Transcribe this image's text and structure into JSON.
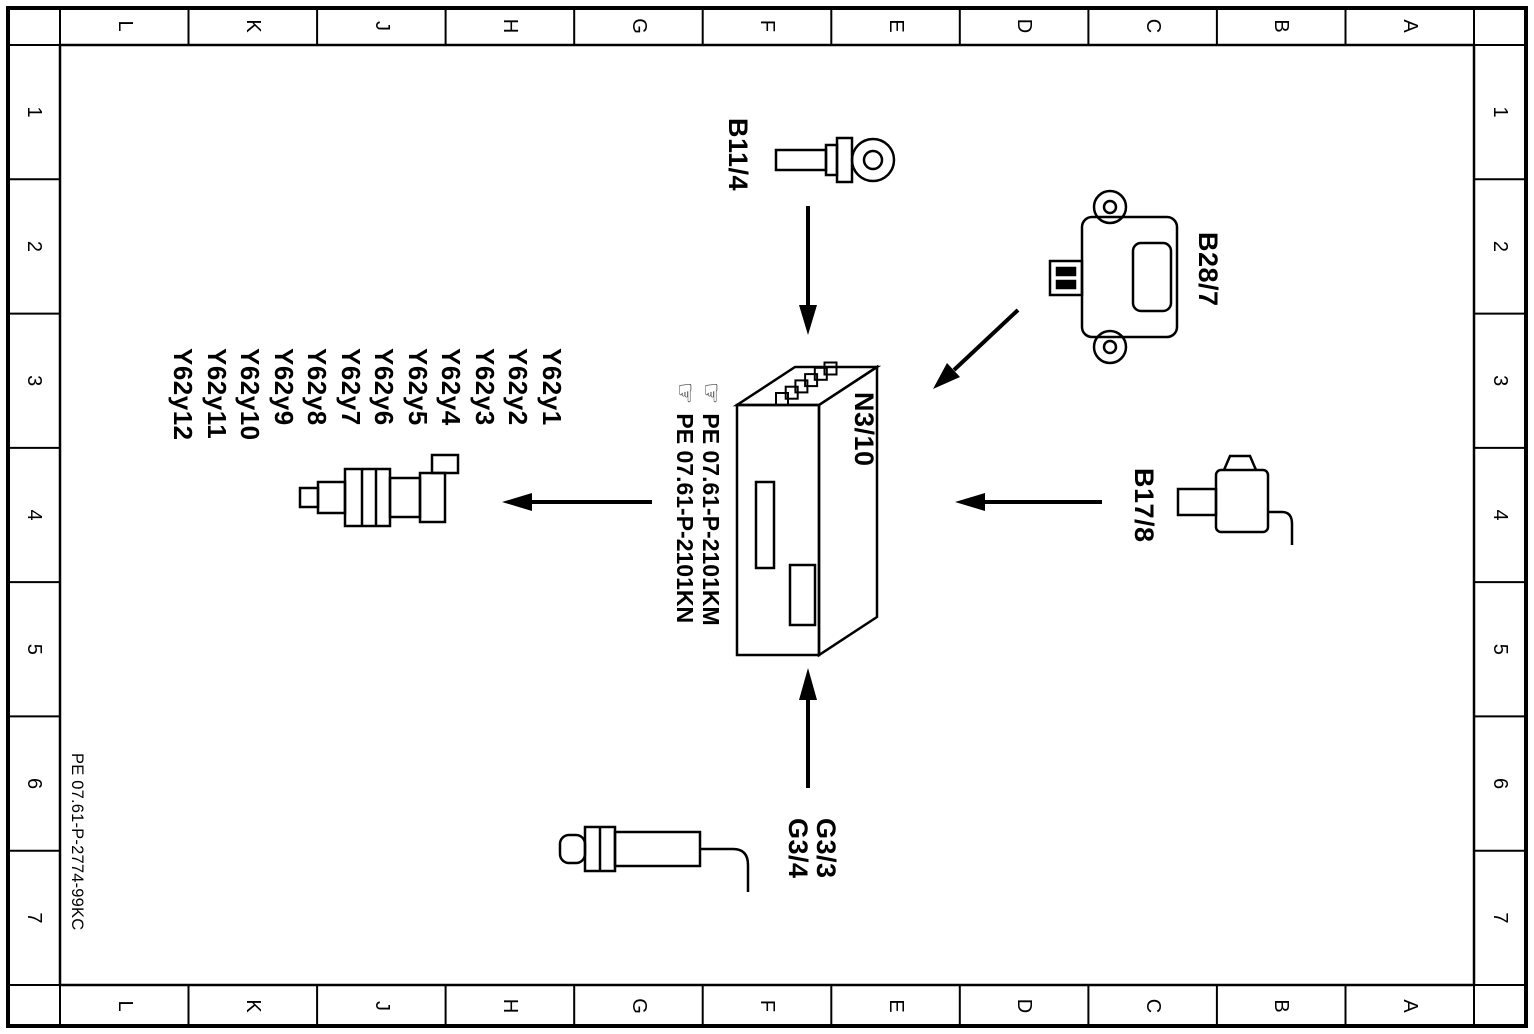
{
  "grid": {
    "letters": [
      "A",
      "B",
      "C",
      "D",
      "E",
      "F",
      "G",
      "H",
      "J",
      "K",
      "L"
    ],
    "numbers": [
      "1",
      "2",
      "3",
      "4",
      "5",
      "6",
      "7"
    ]
  },
  "labels": {
    "b11_4": "B11/4",
    "b28_7": "B28/7",
    "b17_8": "B17/8",
    "n3_10": "N3/10",
    "g3_3": "G3/3",
    "g3_4": "G3/4",
    "injectors": [
      "Y62y1",
      "Y62y2",
      "Y62y3",
      "Y62y4",
      "Y62y5",
      "Y62y6",
      "Y62y7",
      "Y62y8",
      "Y62y9",
      "Y62y10",
      "Y62y11",
      "Y62y12"
    ]
  },
  "references": {
    "hand_icon": "☞",
    "doc_km": "PE 07.61-P-2101KM",
    "doc_kn": "PE 07.61-P-2101KN"
  },
  "footer": {
    "doc_number": "PE 07.61-P-2774-99KC"
  },
  "colors": {
    "line": "#000000",
    "background": "#ffffff"
  }
}
